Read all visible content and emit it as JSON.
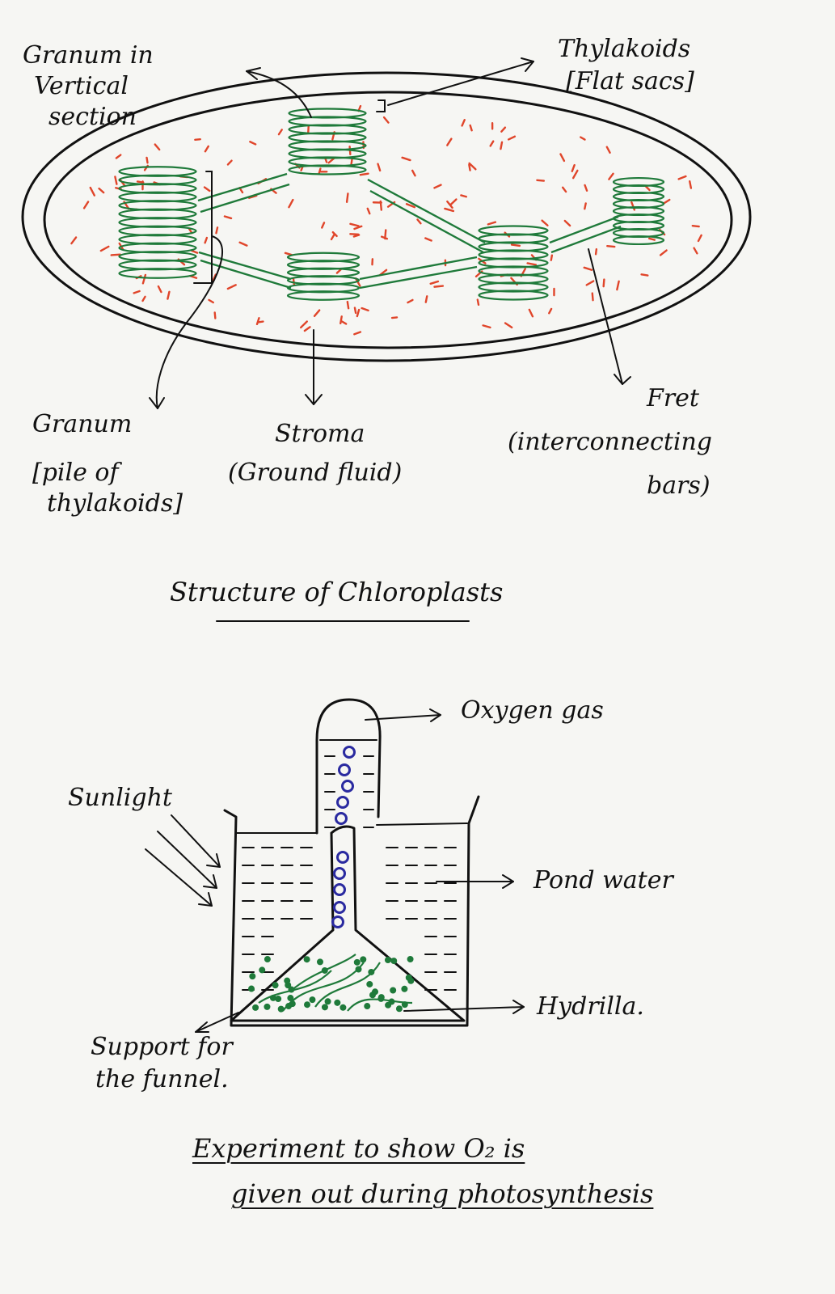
{
  "chloroplast": {
    "labels": {
      "granum_vertical": [
        "Granum in",
        "Vertical",
        "section"
      ],
      "thylakoids": [
        "Thylakoids",
        "[Flat sacs]"
      ],
      "granum": [
        "Granum",
        "[pile of",
        "thylakoids]"
      ],
      "stroma": [
        "Stroma",
        "(Ground fluid)"
      ],
      "fret": [
        "Fret",
        "(interconnecting",
        "bars)"
      ]
    },
    "title": "Structure of Chloroplasts"
  },
  "experiment": {
    "labels": {
      "oxygen": "Oxygen gas",
      "sunlight": "Sunlight",
      "pond_water": "Pond water",
      "hydrilla": "Hydrilla.",
      "support": [
        "Support for",
        "the funnel."
      ]
    },
    "title": [
      "Experiment to show O₂ is",
      "given out during photosynthesis"
    ]
  },
  "colors": {
    "ink": "#111111",
    "granum": "#1f7a3a",
    "stroma_dots": "#e0452a",
    "bubbles": "#2a2aa0",
    "background": "#f6f6f3"
  }
}
